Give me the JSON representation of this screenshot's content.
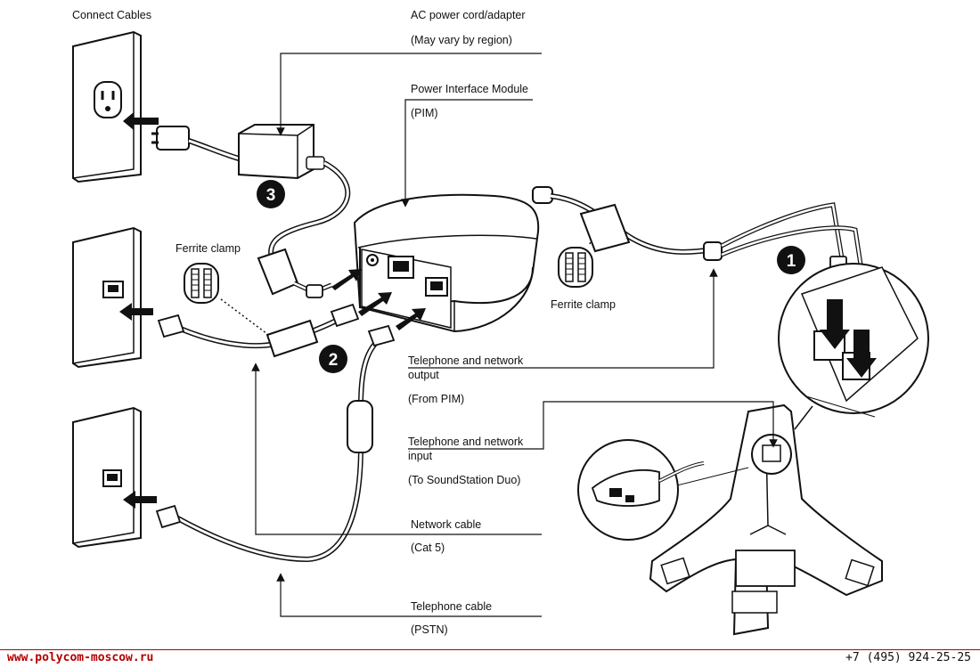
{
  "title": "Connect Cables",
  "labels": {
    "ac_power_name": "AC power cord/adapter",
    "ac_power_note": "(May vary by region)",
    "pim_name": "Power Interface Module",
    "pim_abbr": "(PIM)",
    "ferrite_left": "Ferrite clamp",
    "ferrite_right": "Ferrite clamp",
    "tel_output_l1": "Telephone and network",
    "tel_output_l2": "output",
    "tel_output_note": "(From PIM)",
    "tel_input_l1": "Telephone and network",
    "tel_input_l2": "input",
    "tel_input_note": "(To SoundStation Duo)",
    "network_cable": "Network cable",
    "network_cable_note": "(Cat 5)",
    "telephone_cable": "Telephone cable",
    "telephone_cable_note": "(PSTN)"
  },
  "steps": [
    "1",
    "2",
    "3"
  ],
  "footer": {
    "url": "www.polycom-moscow.ru",
    "phone": "+7 (495) 924-25-25",
    "accent_color": "#b40000"
  },
  "icons": [
    "power-outlet-icon",
    "ethernet-jack-icon",
    "phone-jack-icon",
    "ferrite-clamp-icon",
    "arrow-icon"
  ]
}
